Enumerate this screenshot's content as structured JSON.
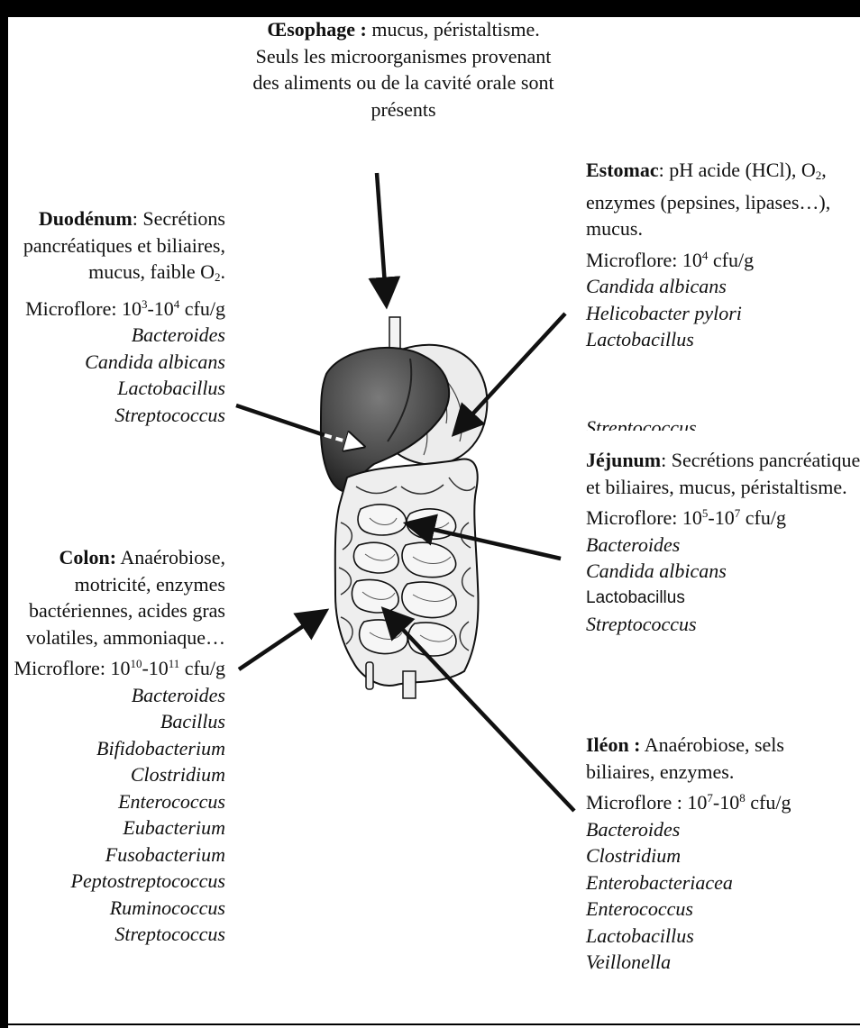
{
  "esophagus": {
    "title": "Œsophage :",
    "text1": " mucus, péristaltisme.",
    "text2": "Seuls les microorganismes provenant",
    "text3": "des aliments ou de la cavité orale sont",
    "text4": "présents"
  },
  "stomach": {
    "title": "Estomac",
    "l1a": ": pH acide (HCl), O",
    "l1sub": "2",
    "l1b": ",",
    "l2": "enzymes (pepsines, lipases…),",
    "l3": "mucus.",
    "flora_a": "Microflore: 10",
    "flora_sup": "4",
    "flora_b": " cfu/g",
    "species": [
      "Candida albicans",
      "Helicobacter pylori",
      "Lactobacillus",
      "Streptococcus"
    ]
  },
  "duodenum": {
    "title": "Duodénum",
    "l1": ": Secrétions",
    "l2": "pancréatiques et biliaires,",
    "l3a": "mucus, faible O",
    "l3sub": "2",
    "l3b": ".",
    "flora_a": "Microflore: 10",
    "flora_sup1": "3",
    "flora_mid": "-10",
    "flora_sup2": "4",
    "flora_b": " cfu/g",
    "species": [
      "Bacteroides",
      "Candida albicans",
      "Lactobacillus",
      "Streptococcus"
    ]
  },
  "jejunum": {
    "title": "Jéjunum",
    "l1": ": Secrétions pancréatiques",
    "l2": "et biliaires,  mucus, péristaltisme.",
    "flora_a": "Microflore: 10",
    "flora_sup1": "5",
    "flora_mid": "-10",
    "flora_sup2": "7",
    "flora_b": " cfu/g",
    "species": [
      "Bacteroides",
      "Candida albicans",
      "Lactobacillus",
      "Streptococcus"
    ]
  },
  "colon": {
    "title": "Colon:",
    "l1": " Anaérobiose,",
    "l2": "motricité,  enzymes",
    "l3": "bactériennes,  acides gras",
    "l4": "volatiles, ammoniaque…",
    "flora_a": "Microflore: 10",
    "flora_sup1": "10",
    "flora_mid": "-10",
    "flora_sup2": "11",
    "flora_b": " cfu/g",
    "species": [
      "Bacteroides",
      "Bacillus",
      "Bifidobacterium",
      "Clostridium",
      "Enterococcus",
      "Eubacterium",
      "Fusobacterium",
      "Peptostreptococcus",
      "Ruminococcus",
      "Streptococcus"
    ]
  },
  "ileum": {
    "title": "Iléon :",
    "l1": "  Anaérobiose,  sels",
    "l2": "biliaires, enzymes.",
    "flora_a": "Microflore : 10",
    "flora_sup1": "7",
    "flora_mid": "-10",
    "flora_sup2": "8",
    "flora_b": " cfu/g",
    "species": [
      "Bacteroides",
      "Clostridium",
      "Enterobacteriacea",
      "Enterococcus",
      "Lactobacillus",
      "Veillonella"
    ]
  },
  "colors": {
    "ink": "#111111",
    "organ_dark": "#333333",
    "organ_mid": "#6e6e6e",
    "organ_light": "#e6e6e6"
  }
}
